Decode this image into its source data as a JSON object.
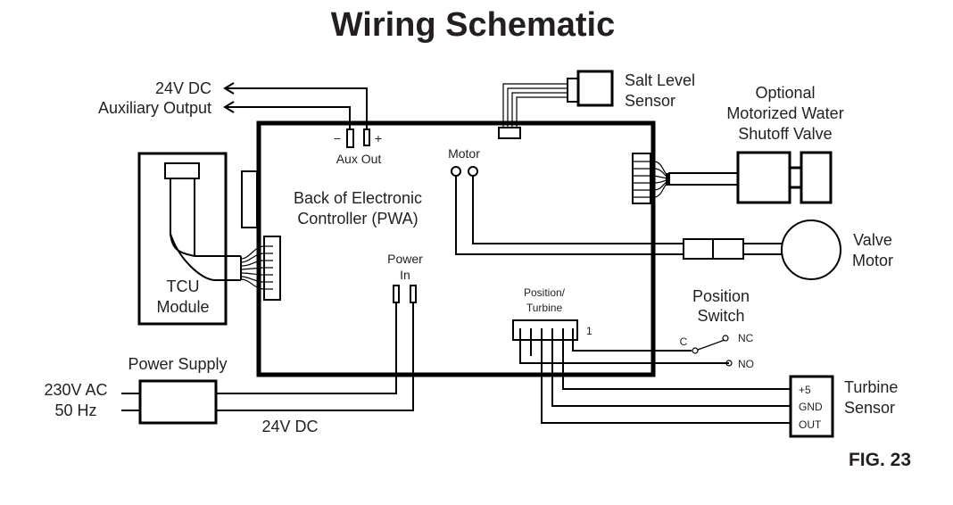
{
  "title": "Wiring Schematic",
  "figure_label": "FIG. 23",
  "aux_output": {
    "line1": "24V DC",
    "line2": "Auxiliary Output",
    "connector_label": "Aux Out",
    "minus": "−",
    "plus": "+"
  },
  "salt_sensor": {
    "line1": "Salt Level",
    "line2": "Sensor"
  },
  "shutoff_valve": {
    "line1": "Optional",
    "line2": "Motorized Water",
    "line3": "Shutoff Valve"
  },
  "controller": {
    "line1": "Back of Electronic",
    "line2": "Controller (PWA)"
  },
  "motor_connector": {
    "label": "Motor"
  },
  "power_in": {
    "line1": "Power",
    "line2": "In"
  },
  "tcu": {
    "line1": "TCU",
    "line2": "Module"
  },
  "valve_motor": {
    "line1": "Valve",
    "line2": "Motor"
  },
  "position_turbine": {
    "line1": "Position/",
    "line2": "Turbine",
    "pin1": "1"
  },
  "position_switch": {
    "line1": "Position",
    "line2": "Switch",
    "common": "C",
    "nc": "NC",
    "no": "NO"
  },
  "turbine_sensor": {
    "line1": "Turbine",
    "line2": "Sensor",
    "pins": [
      "+5",
      "GND",
      "OUT"
    ]
  },
  "power_supply": {
    "label": "Power Supply",
    "input_line1": "230V AC",
    "input_line2": "50 Hz",
    "output": "24V DC"
  }
}
